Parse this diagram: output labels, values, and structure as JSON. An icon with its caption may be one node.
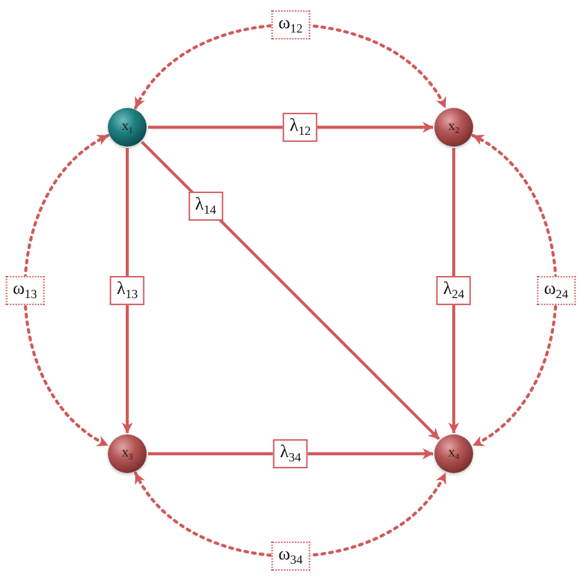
{
  "diagram": {
    "nodes": [
      {
        "text": [
          "x$_{1}$"
        ]
      },
      {
        "text": [
          "x$_{2}$"
        ]
      },
      {
        "text": [
          "x$_{3}$"
        ]
      },
      {
        "text": [
          "x$_{4}$"
        ]
      }
    ],
    "edges": [
      {
        "from": 0,
        "to": 1,
        "arrow": "to",
        "label": "λ$_{12}$"
      },
      {
        "from": 0,
        "to": 2,
        "arrow": "to",
        "label": "λ$_{13}$"
      },
      {
        "from": 0,
        "to": 3,
        "arrow": "to",
        "label": "λ$_{14}$"
      },
      {
        "from": 1,
        "to": 3,
        "arrow": "to",
        "label": "λ$_{24}$"
      },
      {
        "from": 2,
        "to": 3,
        "arrow": "to",
        "label": "λ$_{34}$"
      },
      {
        "from": 0,
        "to": 1,
        "arrow": "both",
        "label": "ω$_{12}$",
        "style": "dashed"
      },
      {
        "from": 0,
        "to": 2,
        "arrow": "both",
        "label": "ω$_{13}$",
        "style": "dashed"
      },
      {
        "from": 1,
        "to": 3,
        "arrow": "both",
        "label": "ω$_{24}$",
        "style": "dashed"
      },
      {
        "from": 2,
        "to": 3,
        "arrow": "both",
        "label": "ω$_{34}$",
        "style": "dashed"
      }
    ]
  }
}
